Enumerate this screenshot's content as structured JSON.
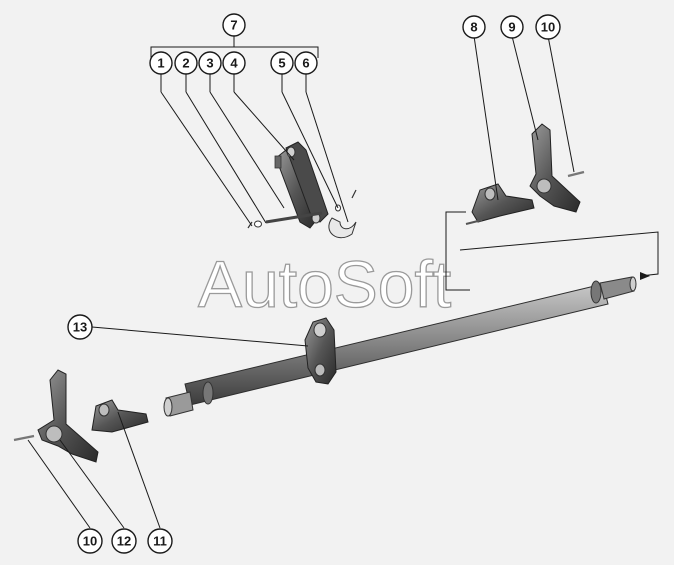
{
  "watermark": "AutoSoft",
  "callouts": {
    "c1": "1",
    "c2": "2",
    "c3": "3",
    "c4": "4",
    "c5": "5",
    "c6": "6",
    "c7": "7",
    "c8": "8",
    "c9": "9",
    "c10_top": "10",
    "c13": "13",
    "c10_bottom": "10",
    "c12": "12",
    "c11": "11"
  },
  "colors": {
    "background": "#f2f2f2",
    "part_dark": "#3a3a3a",
    "part_mid": "#6a6a6a",
    "part_light": "#a8a8a8",
    "line": "#1a1a1a"
  }
}
